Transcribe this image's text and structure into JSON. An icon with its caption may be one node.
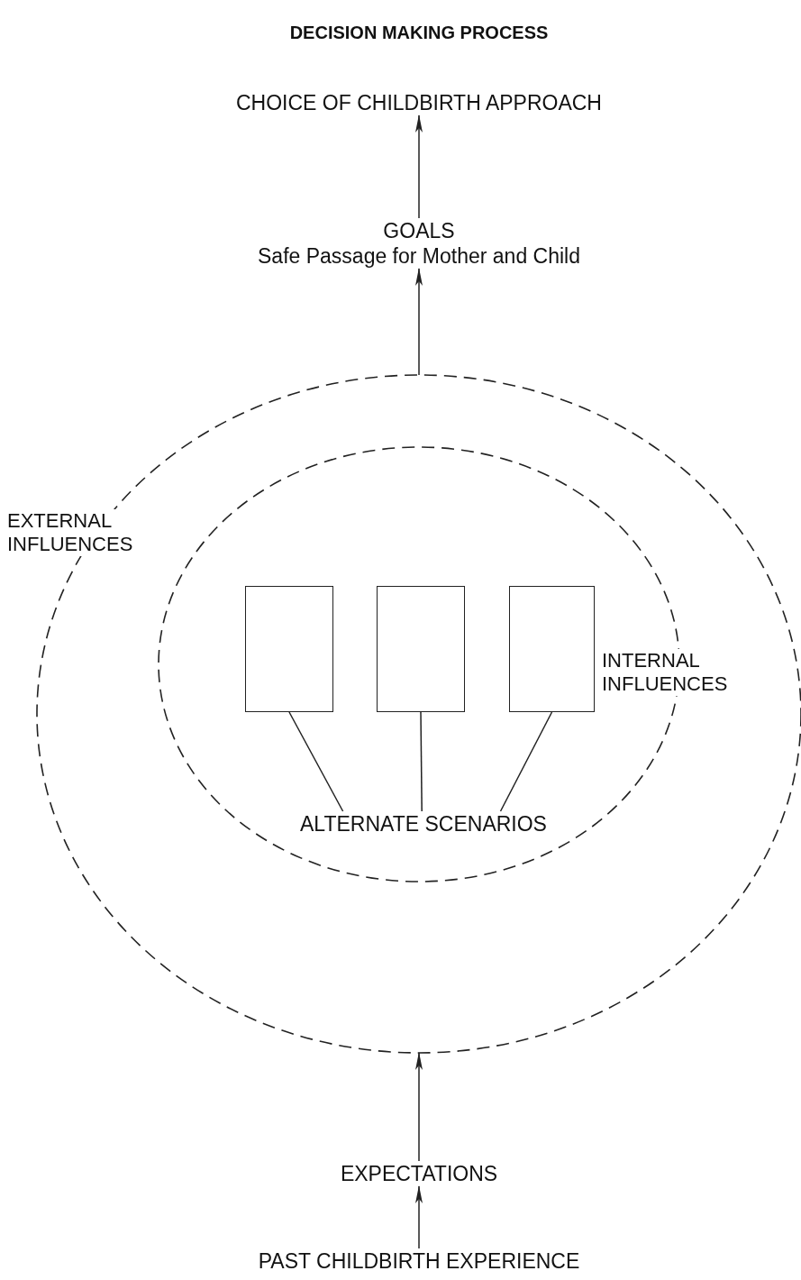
{
  "diagram": {
    "title": "DECISION MAKING PROCESS",
    "nodes": [
      {
        "text": [
          "CHOICE OF CHILDBIRTH APPROACH"
        ]
      },
      {
        "text": [
          "GOALS",
          "Safe Passage for Mother and Child"
        ]
      },
      {
        "text": [
          "EXTERNAL INFLUENCES"
        ]
      },
      {
        "text": [
          "INTERNAL INFLUENCES"
        ],
        "in": 2
      },
      {
        "text": [],
        "shape": "box",
        "in": 3
      },
      {
        "text": [],
        "shape": "box",
        "in": 3
      },
      {
        "text": [],
        "shape": "box",
        "in": 3
      },
      {
        "text": [
          "ALTERNATE SCENARIOS"
        ],
        "in": 3
      },
      {
        "text": [
          "EXPECTATIONS"
        ]
      },
      {
        "text": [
          "PAST CHILDBIRTH EXPERIENCE"
        ]
      }
    ],
    "edges": [
      {
        "from": 9,
        "to": 8,
        "arrow": "to"
      },
      {
        "from": 8,
        "to": 2,
        "arrow": "to"
      },
      {
        "from": 2,
        "to": 1,
        "arrow": "to"
      },
      {
        "from": 1,
        "to": 0,
        "arrow": "to"
      },
      {
        "from": 7,
        "to": 4,
        "arrow": "none"
      },
      {
        "from": 7,
        "to": 5,
        "arrow": "none"
      },
      {
        "from": 7,
        "to": 6,
        "arrow": "none"
      }
    ]
  }
}
